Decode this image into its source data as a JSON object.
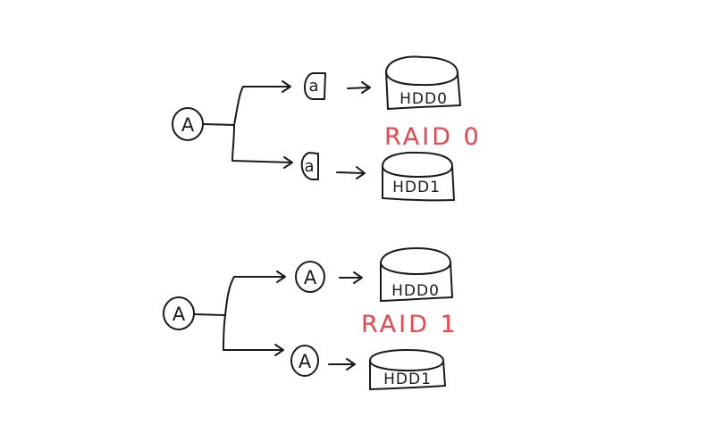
{
  "raid0": {
    "source": "A",
    "chunk_top": "a",
    "chunk_bottom": "a",
    "disk_top": "HDD0",
    "disk_bottom": "HDD1",
    "label": "RAID 0"
  },
  "raid1": {
    "source": "A",
    "copy_top": "A",
    "copy_bottom": "A",
    "disk_top": "HDD0",
    "disk_bottom": "HDD1",
    "label": "RAID 1"
  },
  "colors": {
    "ink": "#1a1a1a",
    "accent": "#e8454f",
    "background": "#ffffff"
  }
}
